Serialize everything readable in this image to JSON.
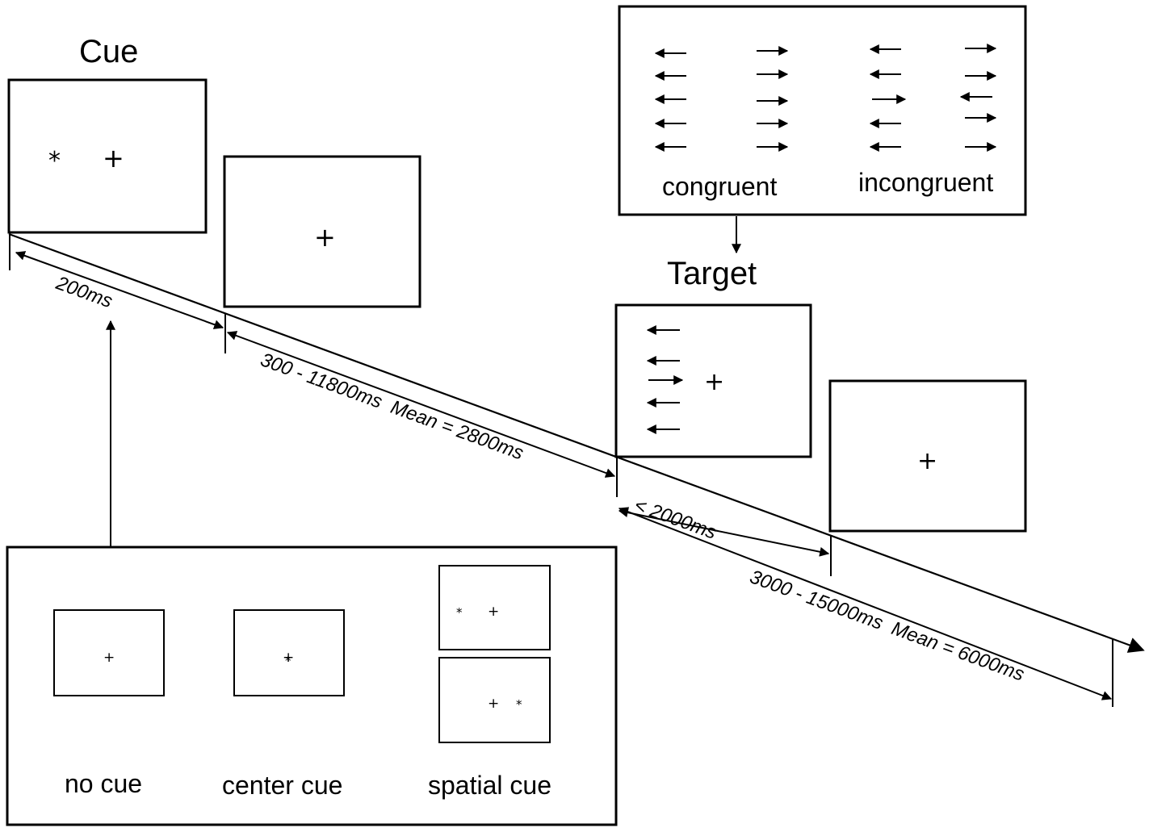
{
  "headings": {
    "cue": "Cue",
    "target": "Target"
  },
  "flanker_types": {
    "congruent": "congruent",
    "incongruent": "incongruent"
  },
  "cue_types": {
    "no_cue": "no cue",
    "center_cue": "center cue",
    "spatial_cue": "spatial cue"
  },
  "timings": {
    "cue_duration": "200ms",
    "fixation_duration": "300 - 11800ms  Mean = 2800ms",
    "response_window": "< 2000ms",
    "iti_duration": "3000 - 15000ms  Mean = 6000ms"
  },
  "symbols": {
    "fixation": "+",
    "cue_star": "*"
  },
  "icons": {
    "left_arrow": "left-arrow-icon",
    "right_arrow": "right-arrow-icon",
    "time_axis": "time-axis-arrow-icon"
  },
  "colors": {
    "stroke": "#000000",
    "background": "#ffffff"
  }
}
